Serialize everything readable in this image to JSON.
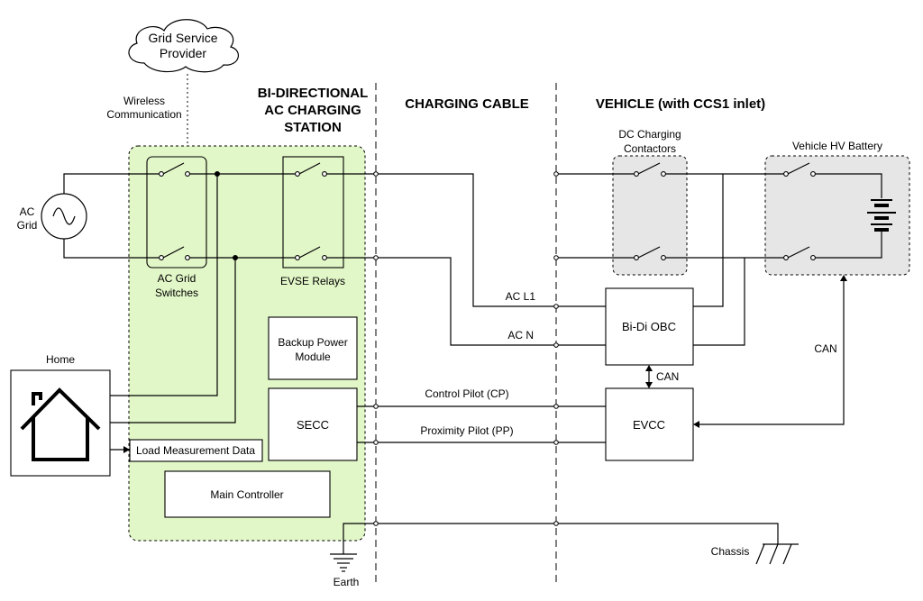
{
  "sections": {
    "station_line1": "BI-DIRECTIONAL",
    "station_line2": "AC CHARGING",
    "station_line3": "STATION",
    "cable": "CHARGING CABLE",
    "vehicle": "VEHICLE (with CCS1 inlet)"
  },
  "labels": {
    "grid_service_line1": "Grid Service",
    "grid_service_line2": "Provider",
    "wireless_line1": "Wireless",
    "wireless_line2": "Communication",
    "ac_grid_line1": "AC",
    "ac_grid_line2": "Grid",
    "ac_grid_switches_line1": "AC Grid",
    "ac_grid_switches_line2": "Switches",
    "evse_relays": "EVSE Relays",
    "backup_line1": "Backup Power",
    "backup_line2": "Module",
    "secc": "SECC",
    "main_controller": "Main Controller",
    "home": "Home",
    "load_measurement": "Load Measurement Data",
    "earth": "Earth",
    "dc_contactors_line1": "DC Charging",
    "dc_contactors_line2": "Contactors",
    "hv_battery": "Vehicle HV Battery",
    "ac_l1": "AC L1",
    "ac_n": "AC N",
    "control_pilot": "Control Pilot (CP)",
    "proximity_pilot": "Proximity Pilot (PP)",
    "bidi_obc": "Bi-Di OBC",
    "evcc": "EVCC",
    "can_obc_evcc": "CAN",
    "can_battery": "CAN",
    "chassis": "Chassis"
  },
  "icons": [
    "cloud-icon",
    "ac-source-icon",
    "house-icon",
    "earth-ground-icon",
    "chassis-ground-icon",
    "battery-icon",
    "switch-icon"
  ]
}
